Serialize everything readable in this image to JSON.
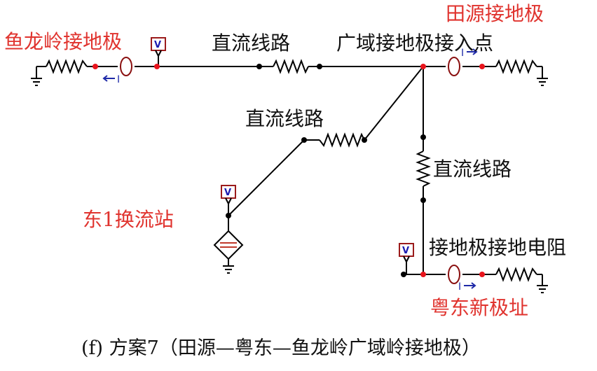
{
  "labels": {
    "yulongling": "鱼龙岭接地极",
    "tianyuan": "田源接地极",
    "dc_line_top": "直流线路",
    "access_point": "广域接地极接入点",
    "dc_line_mid": "直流线路",
    "dc_line_right": "直流线路",
    "dong1": "东1换流站",
    "ground_resistance": "接地极接地电阻",
    "yuedong": "粤东新极址"
  },
  "probes": {
    "voltmeter_glyph": "V",
    "current_symbol": "I"
  },
  "caption": "(f) 方案7（田源—粤东—鱼龙岭广域岭接地极）",
  "colors": {
    "red_label": "#e0332e",
    "node_red": "#e8141c",
    "wire": "#000000",
    "meter_border": "#9b1b1b",
    "probe_text": "#1b1bb0"
  }
}
